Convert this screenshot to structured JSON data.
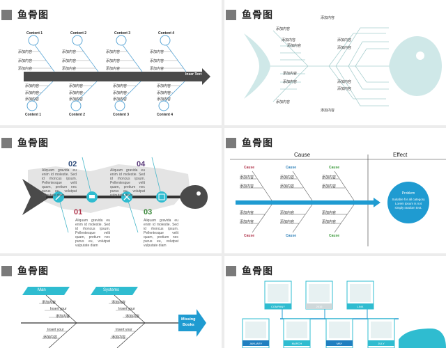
{
  "slide_title": "鱼骨图",
  "filler": "添加内容",
  "s1": {
    "contents": [
      "Content 1",
      "Content 2",
      "Content 3",
      "Content 4"
    ],
    "arrow_text": "Inser Text"
  },
  "s3": {
    "numbers": [
      "02",
      "04",
      "01",
      "03"
    ],
    "para": "Aliquam gravida eu enim id molestie. Sed id rhoncus ipsum. Pellentesque velit quam, pretium nec purus eu, volutpat vulputate diam"
  },
  "s4": {
    "cause": "Cause",
    "effect": "Effect",
    "cause_label": "Cause",
    "problem": "Problem",
    "problem_desc": "Suitable for all category Lorem ipsum is not simply random text.",
    "colors": {
      "red": "#b0334a",
      "blue": "#2c7fb8",
      "green": "#3c9a3c"
    }
  },
  "s5": {
    "tag_left": "Man",
    "tag_right": "Systems",
    "insert": "Insert your",
    "head_line1": "Missing",
    "head_line2": "Books"
  },
  "s6": {
    "top_labels": [
      "COMPANY",
      "2016",
      "LINK"
    ],
    "bottom_labels": [
      "JANUARY",
      "MARCH",
      "MAY",
      "JULY"
    ]
  }
}
